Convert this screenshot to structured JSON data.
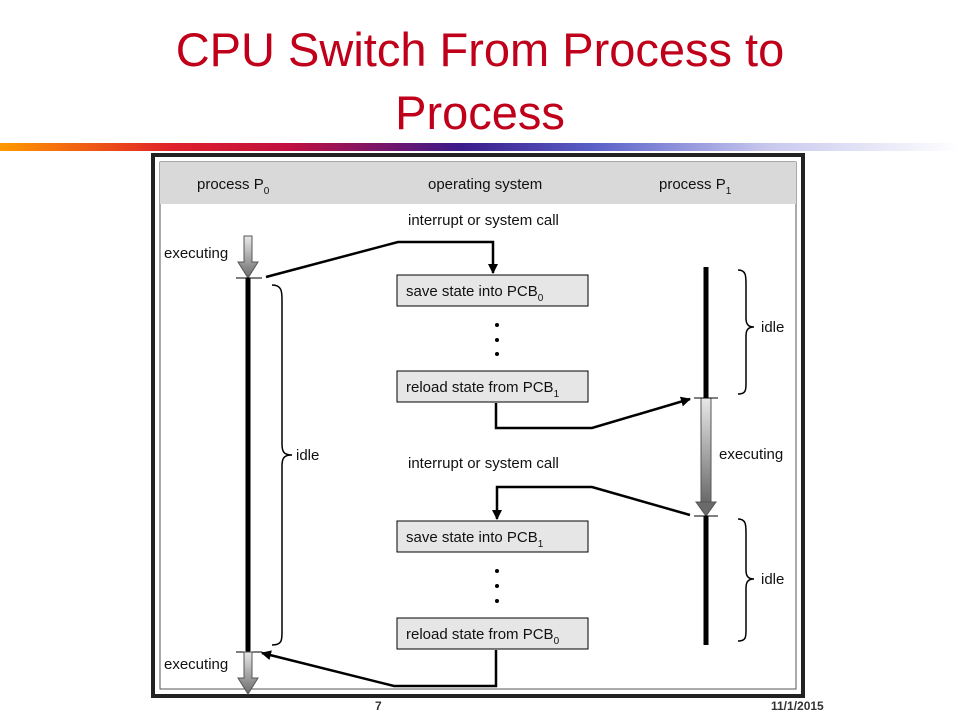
{
  "slide": {
    "title_line1": "CPU Switch From Process to",
    "title_line2": "Process",
    "page_number": "7",
    "date": "11/1/2015"
  },
  "diagram": {
    "header": {
      "p0_base": "process P",
      "p0_sub": "0",
      "os": "operating system",
      "p1_base": "process P",
      "p1_sub": "1"
    },
    "interrupt_label_1": "interrupt or system call",
    "interrupt_label_2": "interrupt or system call",
    "boxes": [
      {
        "base": "save state into PCB",
        "sub": "0"
      },
      {
        "base": "reload state from PCB",
        "sub": "1"
      },
      {
        "base": "save state into PCB",
        "sub": "1"
      },
      {
        "base": "reload state from PCB",
        "sub": "0"
      }
    ],
    "p0": {
      "executing_top": "executing",
      "idle": "idle",
      "executing_bottom": "executing"
    },
    "p1": {
      "idle_top": "idle",
      "executing": "executing",
      "idle_bottom": "idle"
    },
    "colors": {
      "title": "#c0001a",
      "header_band": "#d9d9d9",
      "box_fill": "#e6e6e6",
      "frame": "#222222"
    }
  }
}
